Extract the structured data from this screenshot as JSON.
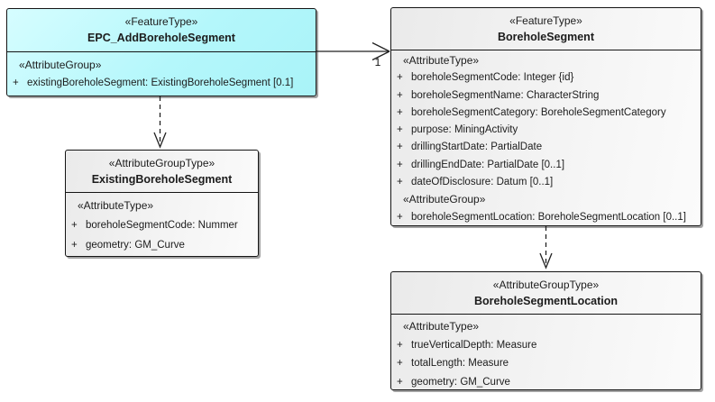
{
  "boxes": {
    "epc_add_borehole_segment": {
      "stereotype": "«FeatureType»",
      "name": "EPC_AddBoreholeSegment",
      "rows": [
        {
          "kind": "stereo",
          "text": "«AttributeGroup»"
        },
        {
          "kind": "attr",
          "vis": "+",
          "text": "existingBoreholeSegment: ExistingBoreholeSegment [0.1]"
        }
      ]
    },
    "borehole_segment": {
      "stereotype": "«FeatureType»",
      "name": "BoreholeSegment",
      "rows": [
        {
          "kind": "stereo",
          "text": "«AttributeType»"
        },
        {
          "kind": "attr",
          "vis": "+",
          "text": "boreholeSegmentCode: Integer {id}"
        },
        {
          "kind": "attr",
          "vis": "+",
          "text": "boreholeSegmentName: CharacterString"
        },
        {
          "kind": "attr",
          "vis": "+",
          "text": "boreholeSegmentCategory: BoreholeSegmentCategory"
        },
        {
          "kind": "attr",
          "vis": "+",
          "text": "purpose: MiningActivity"
        },
        {
          "kind": "attr",
          "vis": "+",
          "text": "drillingStartDate: PartialDate"
        },
        {
          "kind": "attr",
          "vis": "+",
          "text": "drillingEndDate: PartialDate [0..1]"
        },
        {
          "kind": "attr",
          "vis": "+",
          "text": "dateOfDisclosure: Datum [0..1]"
        },
        {
          "kind": "stereo",
          "text": "«AttributeGroup»"
        },
        {
          "kind": "attr",
          "vis": "+",
          "text": "boreholeSegmentLocation: BoreholeSegmentLocation [0..1]"
        }
      ]
    },
    "existing_borehole_segment": {
      "stereotype": "«AttributeGroupType»",
      "name": "ExistingBoreholeSegment",
      "rows": [
        {
          "kind": "stereo",
          "text": "«AttributeType»"
        },
        {
          "kind": "attr",
          "vis": "+",
          "text": "boreholeSegmentCode: Nummer"
        },
        {
          "kind": "attr",
          "vis": "+",
          "text": "geometry: GM_Curve"
        }
      ]
    },
    "borehole_segment_location": {
      "stereotype": "«AttributeGroupType»",
      "name": "BoreholeSegmentLocation",
      "rows": [
        {
          "kind": "stereo",
          "text": "«AttributeType»"
        },
        {
          "kind": "attr",
          "vis": "+",
          "text": "trueVerticalDepth: Measure"
        },
        {
          "kind": "attr",
          "vis": "+",
          "text": "totalLength: Measure"
        },
        {
          "kind": "attr",
          "vis": "+",
          "text": "geometry: GM_Curve"
        }
      ]
    }
  },
  "connectors": {
    "association_multiplicity": "1"
  },
  "colors": {
    "feature_type_fill": "#aff5f9",
    "group_type_fill": "#f0f0f0",
    "border": "#141414",
    "text": "#1c1c1c"
  }
}
